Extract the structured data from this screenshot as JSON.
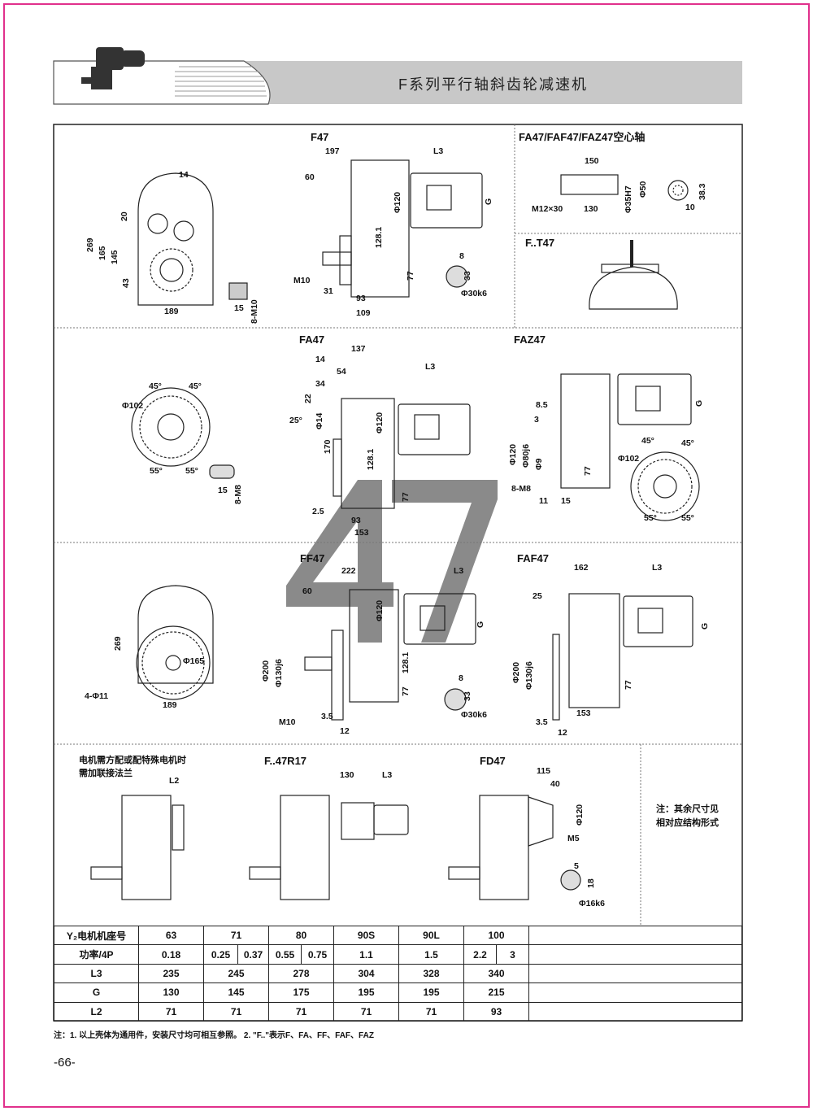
{
  "header": {
    "title": "F系列平行轴斜齿轮减速机"
  },
  "watermark": "47",
  "front_top": {
    "dims": [
      "14",
      "20",
      "269",
      "165",
      "145",
      "43",
      "189",
      "15",
      "8-M10"
    ]
  },
  "f47": {
    "title": "F47",
    "dims": [
      "197",
      "L3",
      "60",
      "Φ120",
      "G",
      "128.1",
      "M10",
      "31",
      "77",
      "93",
      "109",
      "8",
      "33",
      "Φ30k6"
    ]
  },
  "hollow": {
    "title": "FA47/FAF47/FAZ47空心轴",
    "dims": [
      "150",
      "Φ35H7",
      "Φ50",
      "M12×30",
      "130",
      "38.3",
      "10"
    ]
  },
  "ft47": {
    "title": "F..T47"
  },
  "flange_mid": {
    "dims": [
      "45°",
      "45°",
      "Φ102",
      "55°",
      "55°",
      "15",
      "8-M8"
    ]
  },
  "fa47": {
    "title": "FA47",
    "dims": [
      "14",
      "137",
      "54",
      "L3",
      "34",
      "22",
      "25°",
      "Φ14",
      "Φ120",
      "170",
      "128.1",
      "77",
      "2.5",
      "93",
      "153"
    ]
  },
  "faz47": {
    "title": "FAZ47",
    "dims": [
      "8.5",
      "3",
      "Φ120",
      "Φ80j6",
      "Φ9",
      "77",
      "8-M8",
      "11",
      "15",
      "45°",
      "45°",
      "Φ102",
      "55°",
      "55°",
      "G"
    ]
  },
  "front_low": {
    "dims": [
      "269",
      "Φ165",
      "4-Φ11",
      "189"
    ]
  },
  "ff47": {
    "title": "FF47",
    "dims": [
      "222",
      "L3",
      "60",
      "Φ120",
      "G",
      "Φ200",
      "Φ130j6",
      "128.1",
      "77",
      "M10",
      "3.5",
      "12",
      "8",
      "33",
      "Φ30k6"
    ]
  },
  "faf47": {
    "title": "FAF47",
    "dims": [
      "162",
      "L3",
      "25",
      "G",
      "Φ200",
      "Φ130j6",
      "77",
      "153",
      "3.5",
      "12"
    ]
  },
  "adapter": {
    "note_line1": "电机需方配或配特殊电机时",
    "note_line2": "需加联接法兰",
    "dims": [
      "L2"
    ]
  },
  "r17": {
    "title": "F..47R17",
    "dims": [
      "130",
      "L3"
    ]
  },
  "fd47": {
    "title": "FD47",
    "dims": [
      "115",
      "40",
      "Φ120",
      "M5",
      "5",
      "18",
      "Φ16k6"
    ]
  },
  "side_note": {
    "line1": "注：其余尺寸见",
    "line2": "相对应结构形式"
  },
  "table": {
    "rows": [
      {
        "label": "Y₂电机机座号",
        "cells": [
          "63",
          "71",
          "80",
          "90S",
          "90L",
          "100"
        ]
      },
      {
        "label": "功率/4P",
        "cells": [
          "0.18",
          "0.25",
          "0.37",
          "0.55",
          "0.75",
          "1.1",
          "1.5",
          "2.2",
          "3"
        ]
      },
      {
        "label": "L3",
        "cells": [
          "235",
          "245",
          "278",
          "304",
          "328",
          "340"
        ]
      },
      {
        "label": "G",
        "cells": [
          "130",
          "145",
          "175",
          "195",
          "195",
          "215"
        ]
      },
      {
        "label": "L2",
        "cells": [
          "71",
          "71",
          "71",
          "71",
          "71",
          "93"
        ]
      }
    ]
  },
  "footer": {
    "note": "注：1. 以上壳体为通用件，安装尺寸均可相互参照。  2. \"F..\"表示F、FA、FF、FAF、FAZ",
    "page": "-66-"
  },
  "colors": {
    "border": "#e0308c",
    "banner": "#c8c8c8",
    "watermark": "#8a8a8a"
  }
}
